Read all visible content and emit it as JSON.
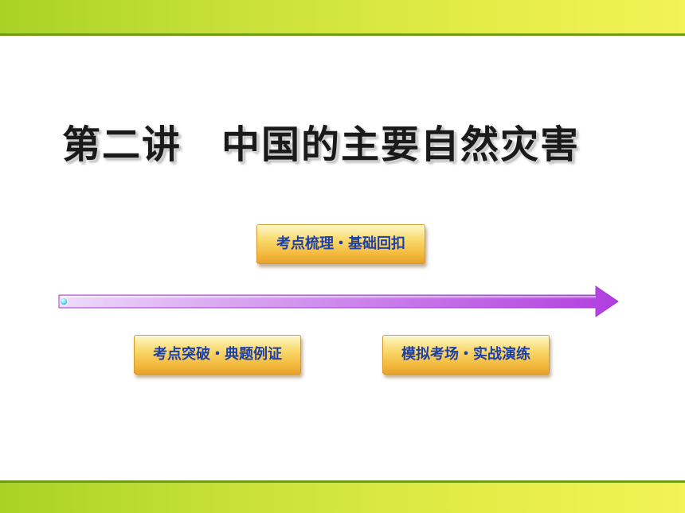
{
  "slide": {
    "title": "第二讲　中国的主要自然灾害",
    "buttons": {
      "top": "考点梳理・基础回扣",
      "bottom_left": "考点突破・典题例证",
      "bottom_right": "模拟考场・实战演练"
    }
  },
  "colors": {
    "band": "#c9e13a",
    "band_line": "#6f9c12",
    "arrow_start": "#e6c7f5",
    "arrow_end": "#b13ee0",
    "button_text": "#1c3faa",
    "button_fill": "#f6c650"
  },
  "icons": {
    "arrow": "timeline-arrow-icon",
    "arrow_dot": "circle-dot-icon"
  }
}
